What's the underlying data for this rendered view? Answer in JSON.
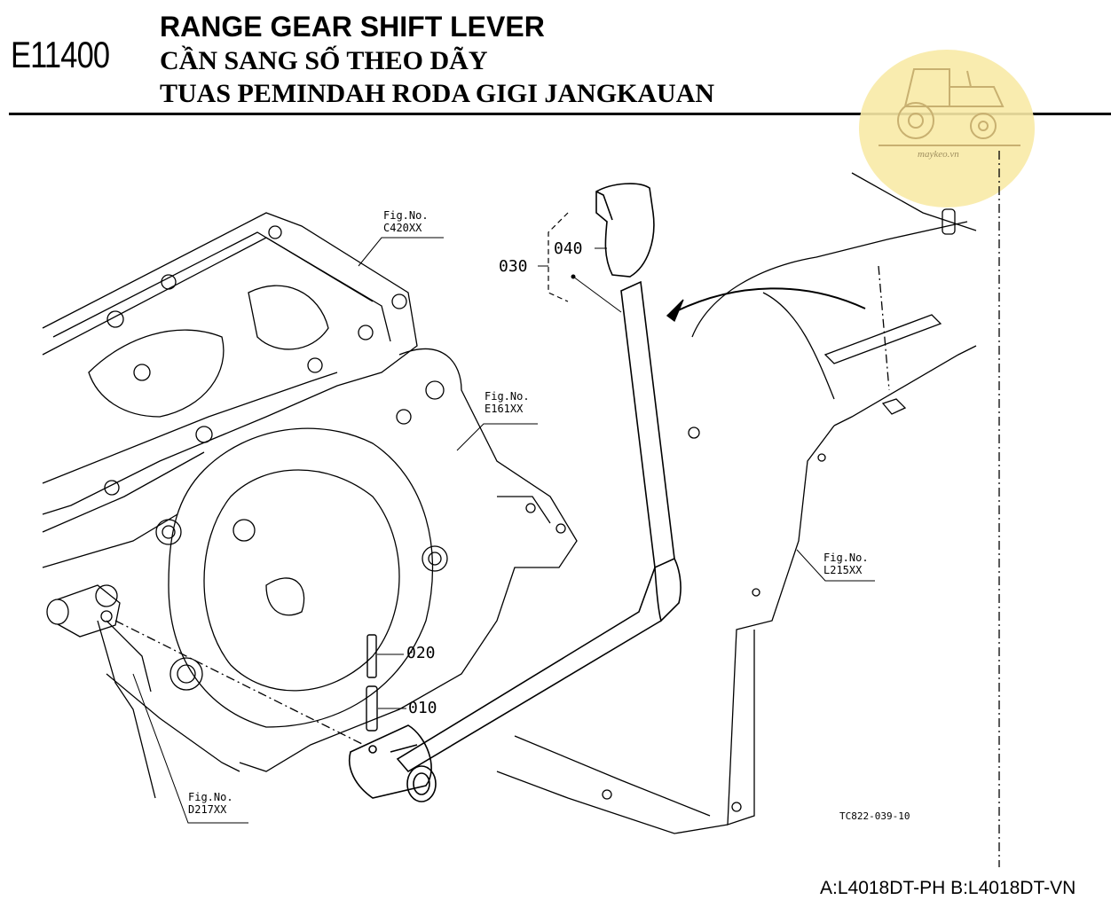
{
  "header": {
    "code": "E11400",
    "title_en": "RANGE GEAR SHIFT LEVER",
    "title_vi": "CẦN SANG SỐ THEO DÃY",
    "title_id": "TUAS PEMINDAH RODA GIGI JANGKAUAN"
  },
  "watermark": {
    "text": "maykeo.vn",
    "color": "#f8eaa6"
  },
  "figure_refs": [
    {
      "label": "Fig.No.",
      "code": "C420XX"
    },
    {
      "label": "Fig.No.",
      "code": "E161XX"
    },
    {
      "label": "Fig.No.",
      "code": "L215XX"
    },
    {
      "label": "Fig.No.",
      "code": "D217XX"
    }
  ],
  "parts": [
    "010",
    "020",
    "030",
    "040"
  ],
  "drawing_ref": "TC822-039-10",
  "models": "A:L4018DT-PH B:L4018DT-VN"
}
